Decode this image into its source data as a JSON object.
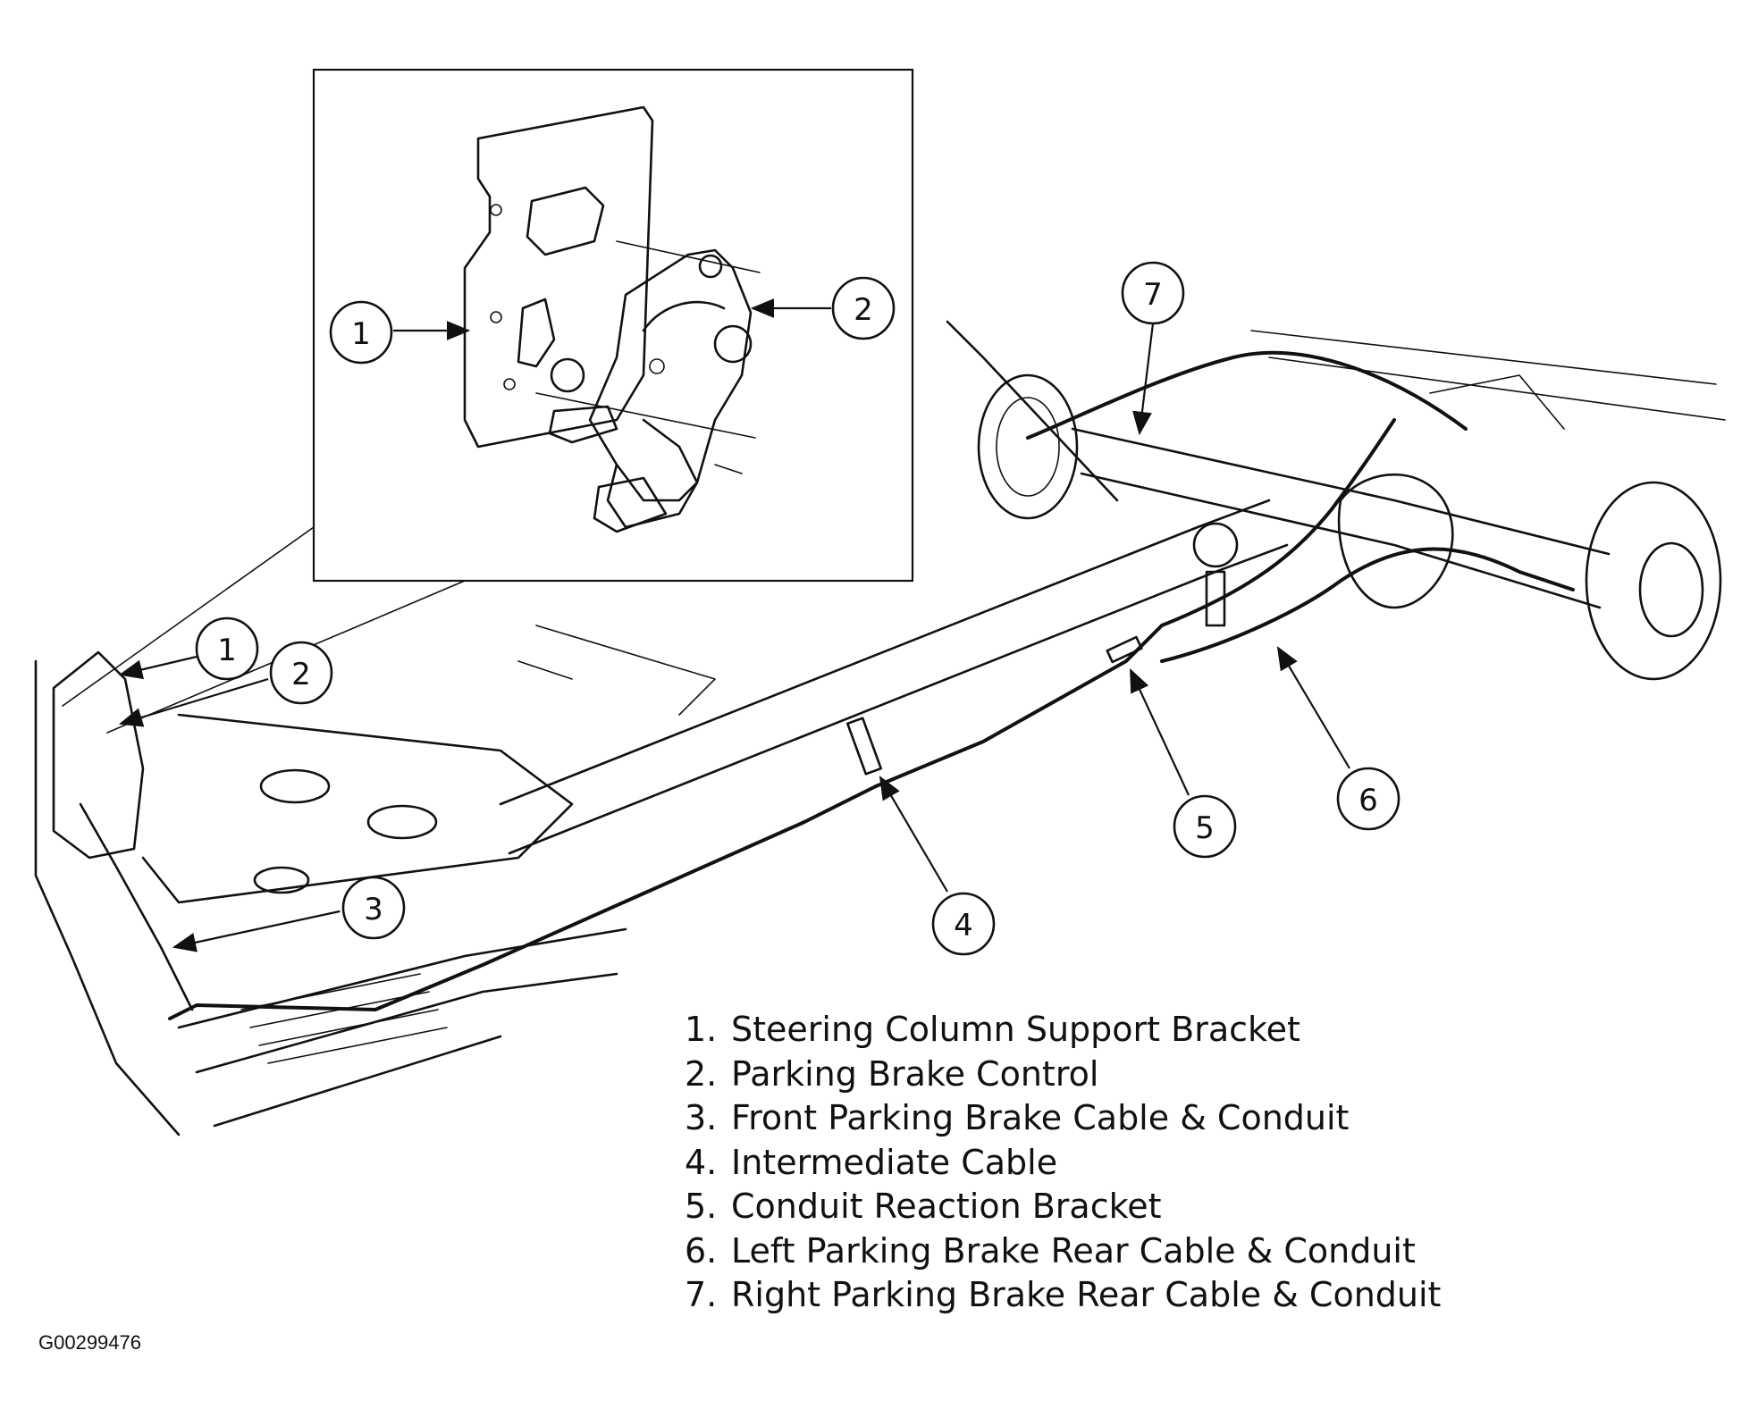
{
  "callouts": {
    "inset_1": "1",
    "inset_2": "2",
    "main_1": "1",
    "main_2": "2",
    "main_3": "3",
    "main_4": "4",
    "main_5": "5",
    "main_6": "6",
    "main_7": "7"
  },
  "legend": [
    {
      "num": "1.",
      "label": "Steering Column Support Bracket"
    },
    {
      "num": "2.",
      "label": "Parking Brake Control"
    },
    {
      "num": "3.",
      "label": "Front Parking Brake Cable & Conduit"
    },
    {
      "num": "4.",
      "label": "Intermediate Cable"
    },
    {
      "num": "5.",
      "label": "Conduit Reaction Bracket"
    },
    {
      "num": "6.",
      "label": "Left Parking Brake Rear Cable & Conduit"
    },
    {
      "num": "7.",
      "label": "Right Parking Brake Rear Cable & Conduit"
    }
  ],
  "figure_id": "G00299476",
  "colors": {
    "ink": "#111111",
    "background": "#ffffff"
  }
}
